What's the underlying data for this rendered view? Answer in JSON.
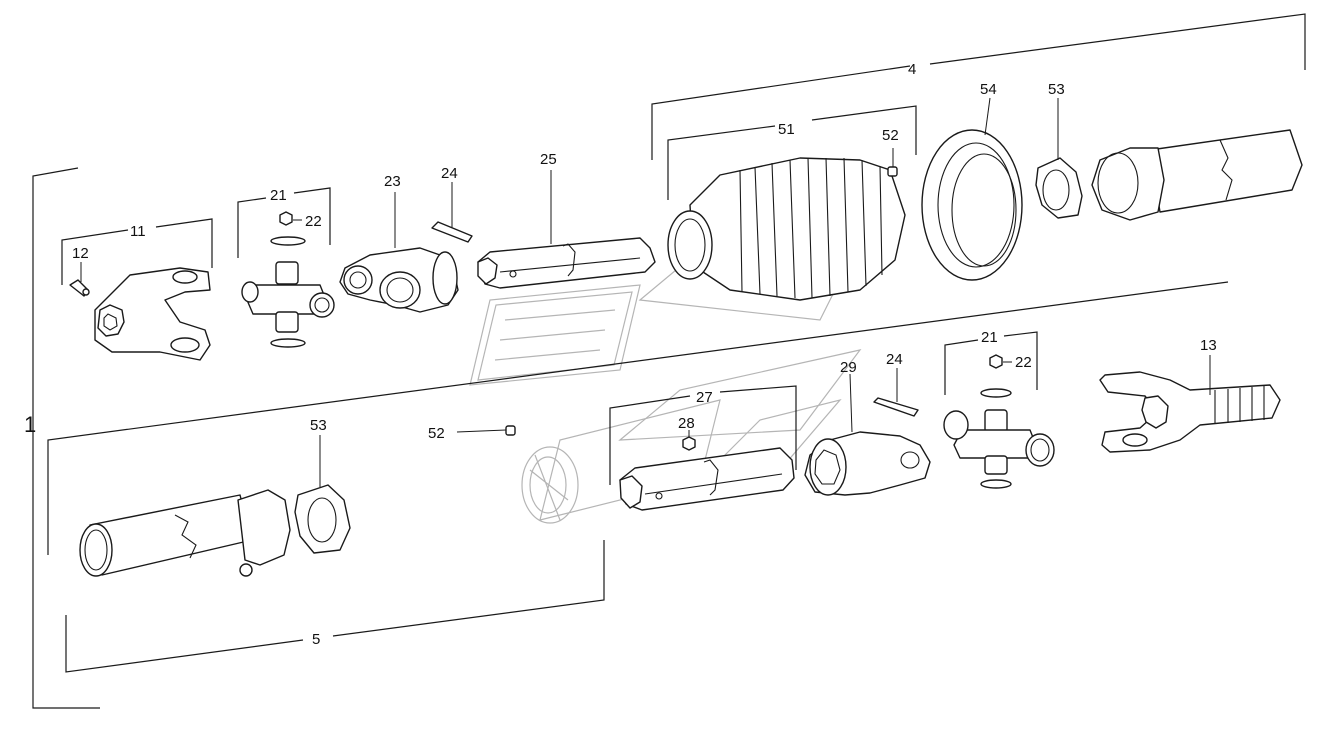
{
  "diagram": {
    "labels": {
      "assembly": "1",
      "upper_shaft": "4",
      "lower_shaft": "5",
      "yoke_upper": "11",
      "pin_upper": "12",
      "yoke_lower": "13",
      "cross_upper": "21",
      "grease_upper": "22",
      "inner_yoke": "23",
      "spring_pin_upper": "24",
      "profile_tube_upper": "25",
      "profile_tube_lower": "27",
      "grease_lower": "28",
      "inner_yoke_lower": "29",
      "spring_pin_lower": "24",
      "cross_lower": "21",
      "grease_lower_b": "22",
      "guard_cone": "51",
      "screw_upper": "52",
      "screw_lower": "52",
      "ring_upper": "53",
      "ring_lower": "53",
      "bearing_ring": "54"
    }
  }
}
